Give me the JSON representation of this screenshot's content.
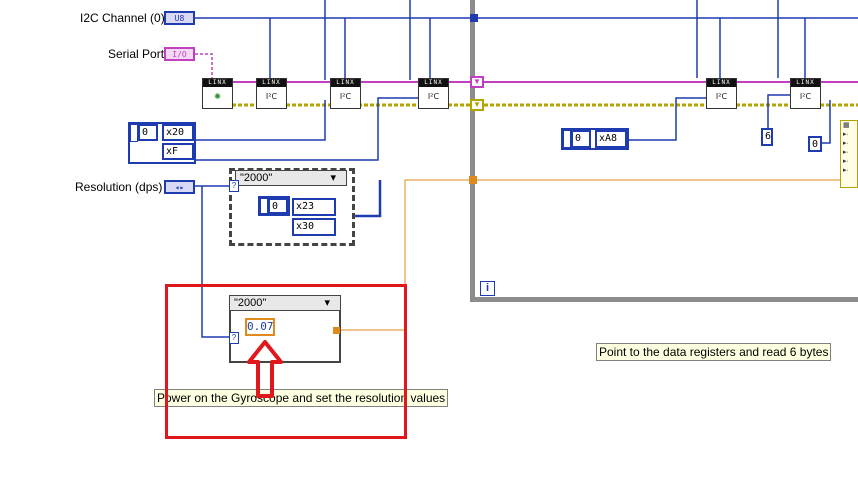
{
  "labels": {
    "i2c_channel": "I2C Channel (0)",
    "serial_port": "Serial Port",
    "resolution": "Resolution (dps)"
  },
  "terminals": {
    "u8": "U8",
    "io": "I/O",
    "enum": "◂▸"
  },
  "linx": {
    "header": "LINX",
    "i2c": "I²C"
  },
  "constants": {
    "array1_index": "0",
    "array1_vals": [
      "x20",
      "xF"
    ],
    "case_index": "0",
    "case_vals": [
      "x23",
      "x30"
    ],
    "float_val": "0.07",
    "array2_index": "0",
    "array2_val": "xA8",
    "num6": "6",
    "num0": "0"
  },
  "case_structures": {
    "top_selector": "\"2000\"",
    "bottom_selector": "\"2000\"",
    "question": "?"
  },
  "loop": {
    "iteration_icon": "i"
  },
  "comments": {
    "power_on": "Power on the Gyroscope and set the resolution values",
    "data_registers": "Point to the data registers and read 6 bytes"
  },
  "colors": {
    "wire_blue": "#1f3bb0",
    "wire_orange": "#e08a1e",
    "wire_purple": "#c040c0",
    "wire_error": "#b5a300",
    "highlight_red": "#e0181e"
  }
}
